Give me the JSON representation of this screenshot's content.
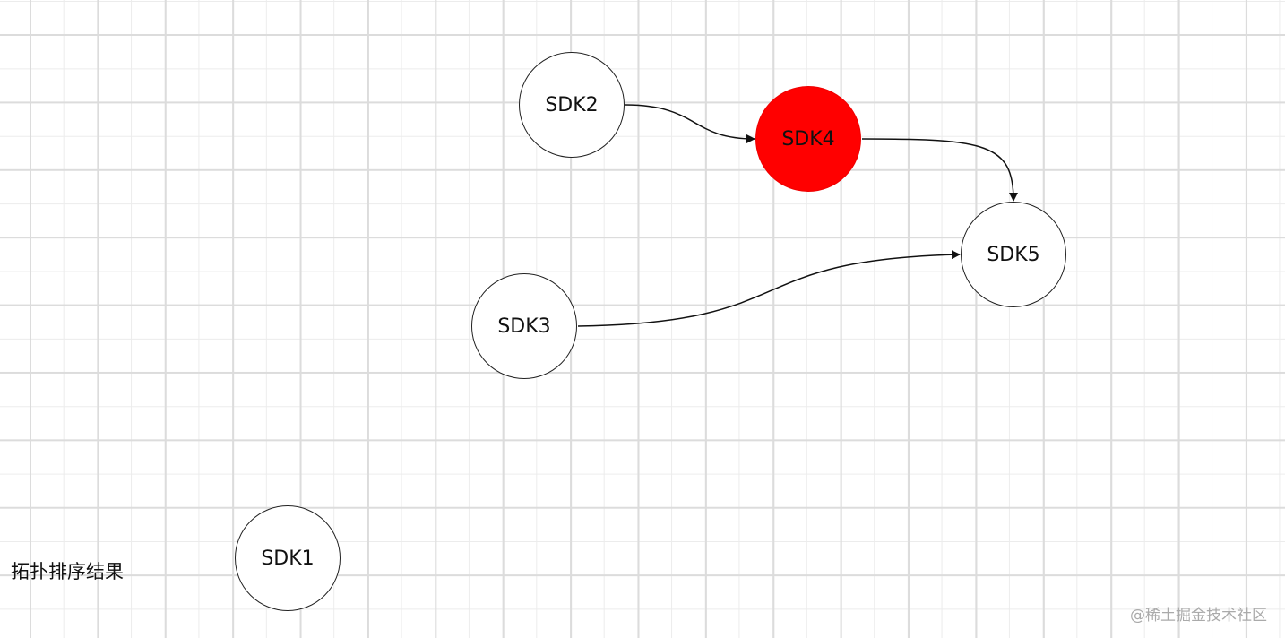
{
  "nodes": [
    {
      "id": "SDK1",
      "label": "SDK1",
      "color": "#ffffff"
    },
    {
      "id": "SDK2",
      "label": "SDK2",
      "color": "#ffffff"
    },
    {
      "id": "SDK3",
      "label": "SDK3",
      "color": "#ffffff"
    },
    {
      "id": "SDK4",
      "label": "SDK4",
      "color": "#ff0000"
    },
    {
      "id": "SDK5",
      "label": "SDK5",
      "color": "#ffffff"
    }
  ],
  "edges": [
    {
      "from": "SDK2",
      "to": "SDK4"
    },
    {
      "from": "SDK4",
      "to": "SDK5"
    },
    {
      "from": "SDK3",
      "to": "SDK5"
    }
  ],
  "caption": "拓扑排序结果",
  "watermark": "@稀土掘金技术社区"
}
